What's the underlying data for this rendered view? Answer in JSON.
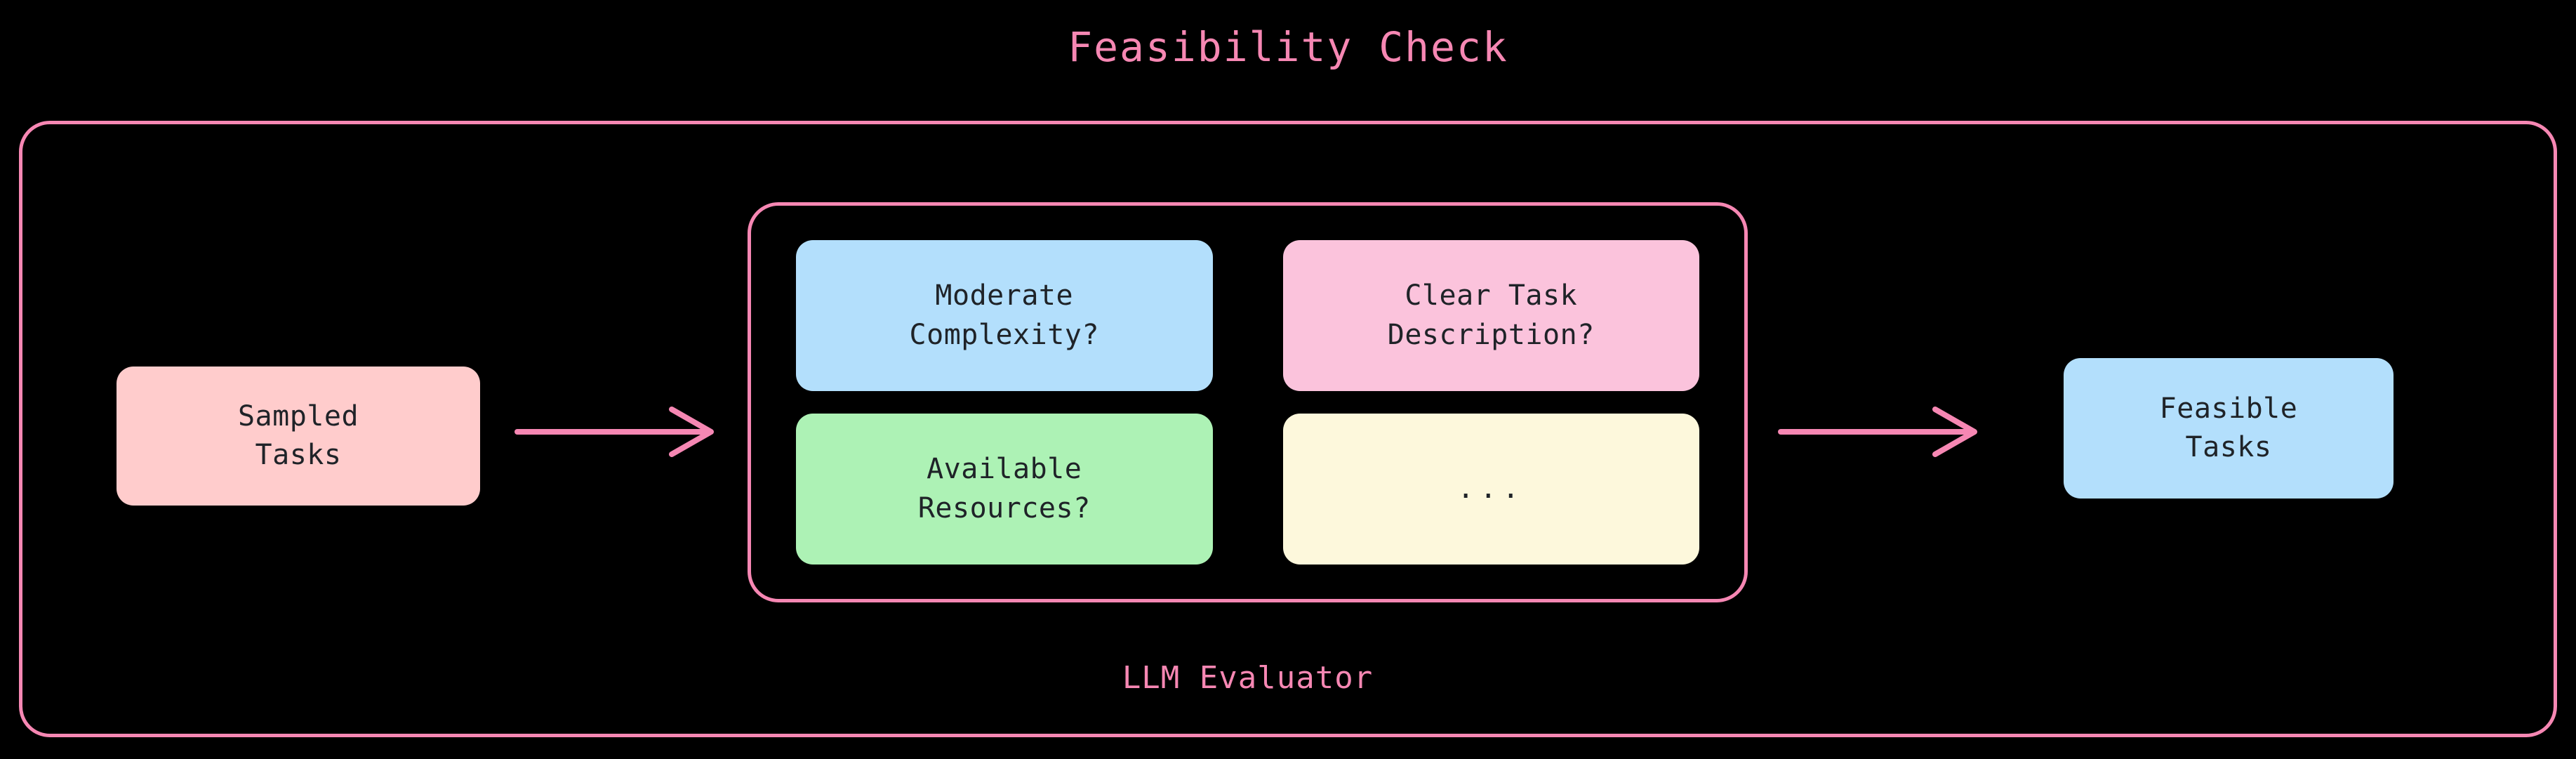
{
  "diagram": {
    "title": "Feasibility Check",
    "background_color": "#000000",
    "accent_color": "#f687b3",
    "text_color": "#1f2328"
  },
  "outer_container": {
    "label": "Feasibility Check",
    "border_color": "#f687b3"
  },
  "nodes": {
    "sampled_tasks": {
      "label": "Sampled\nTasks",
      "color": "#ffcccc"
    },
    "feasible_tasks": {
      "label": "Feasible\nTasks",
      "color": "#b3dffc"
    }
  },
  "evaluator": {
    "caption": "LLM Evaluator",
    "border_color": "#f687b3",
    "criteria": [
      {
        "label": "Moderate\nComplexity?",
        "color": "#b3dffc"
      },
      {
        "label": "Clear Task\nDescription?",
        "color": "#fbc3dc"
      },
      {
        "label": "Available\nResources?",
        "color": "#adf2b5"
      },
      {
        "label": "...",
        "color": "#fdf8dc"
      }
    ]
  },
  "arrows": [
    {
      "name": "sampled-to-evaluator",
      "color": "#f687b3"
    },
    {
      "name": "evaluator-to-feasible",
      "color": "#f687b3"
    }
  ]
}
